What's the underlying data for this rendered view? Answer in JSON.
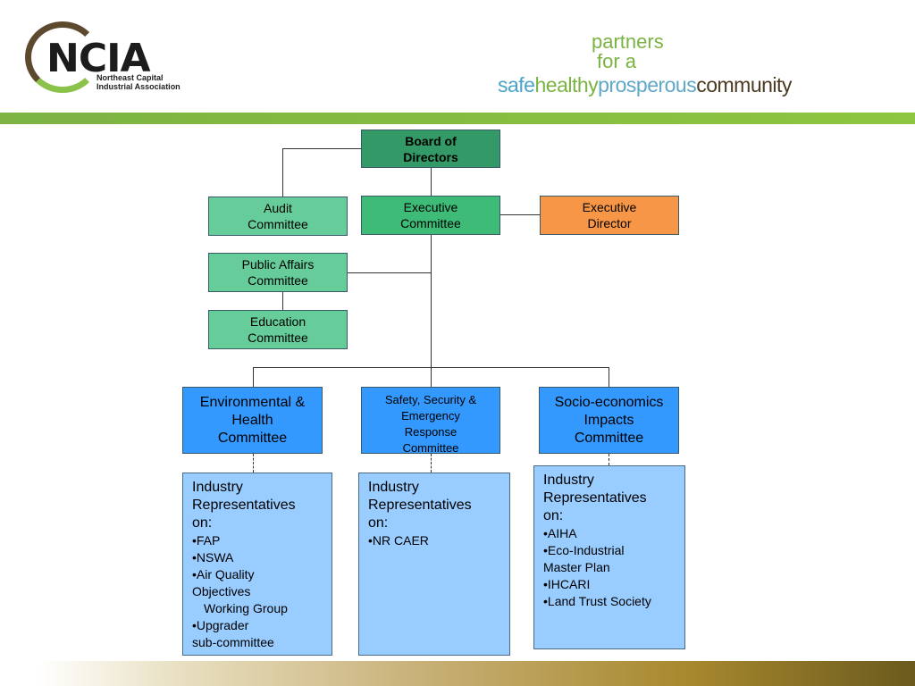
{
  "header": {
    "logo_text": "NCIA",
    "logo_sub_line1": "Northeast Capital",
    "logo_sub_line2": "Industrial Association",
    "tagline_line1": "partners",
    "tagline_line2": "for a",
    "tagline_safe": "safe",
    "tagline_healthy": "healthy",
    "tagline_prosperous": "prosperous",
    "tagline_community": "community"
  },
  "org": {
    "board_l1": "Board of",
    "board_l2": "Directors",
    "audit_l1": "Audit",
    "audit_l2": "Committee",
    "exec_comm_l1": "Executive",
    "exec_comm_l2": "Committee",
    "exec_dir_l1": "Executive",
    "exec_dir_l2": "Director",
    "public_l1": "Public Affairs",
    "public_l2": "Committee",
    "education_l1": "Education",
    "education_l2": "Committee",
    "env_l1": "Environmental &",
    "env_l2": "Health",
    "env_l3": "Committee",
    "safety_l1": "Safety, Security &",
    "safety_l2": "Emergency",
    "safety_l3": "Response",
    "safety_l4": "Committee",
    "socio_l1": "Socio-economics",
    "socio_l2": "Impacts",
    "socio_l3": "Committee"
  },
  "reps": {
    "env": {
      "l1": "Industry",
      "l2": "Representatives",
      "l3": "on:",
      "items": [
        "•FAP",
        "•NSWA",
        "•Air Quality",
        "Objectives",
        "   Working Group",
        "•Upgrader",
        "sub-committee"
      ]
    },
    "safety": {
      "l1": "Industry",
      "l2": "Representatives",
      "l3": "on:",
      "items": [
        "•NR CAER"
      ]
    },
    "socio": {
      "l1": "Industry",
      "l2": "Representatives",
      "l3": "on:",
      "items": [
        "•AIHA",
        "•Eco-Industrial",
        "Master Plan",
        "•IHCARI",
        "•Land Trust Society"
      ]
    }
  },
  "colors": {
    "board": "#339966",
    "exec_comm": "#3dbb77",
    "light_green": "#66cc99",
    "exec_dir": "#f79646",
    "blue": "#3399ff",
    "light_blue": "#99ccff",
    "brand_green": "#7bb342",
    "brand_brown": "#5d4a2e"
  }
}
